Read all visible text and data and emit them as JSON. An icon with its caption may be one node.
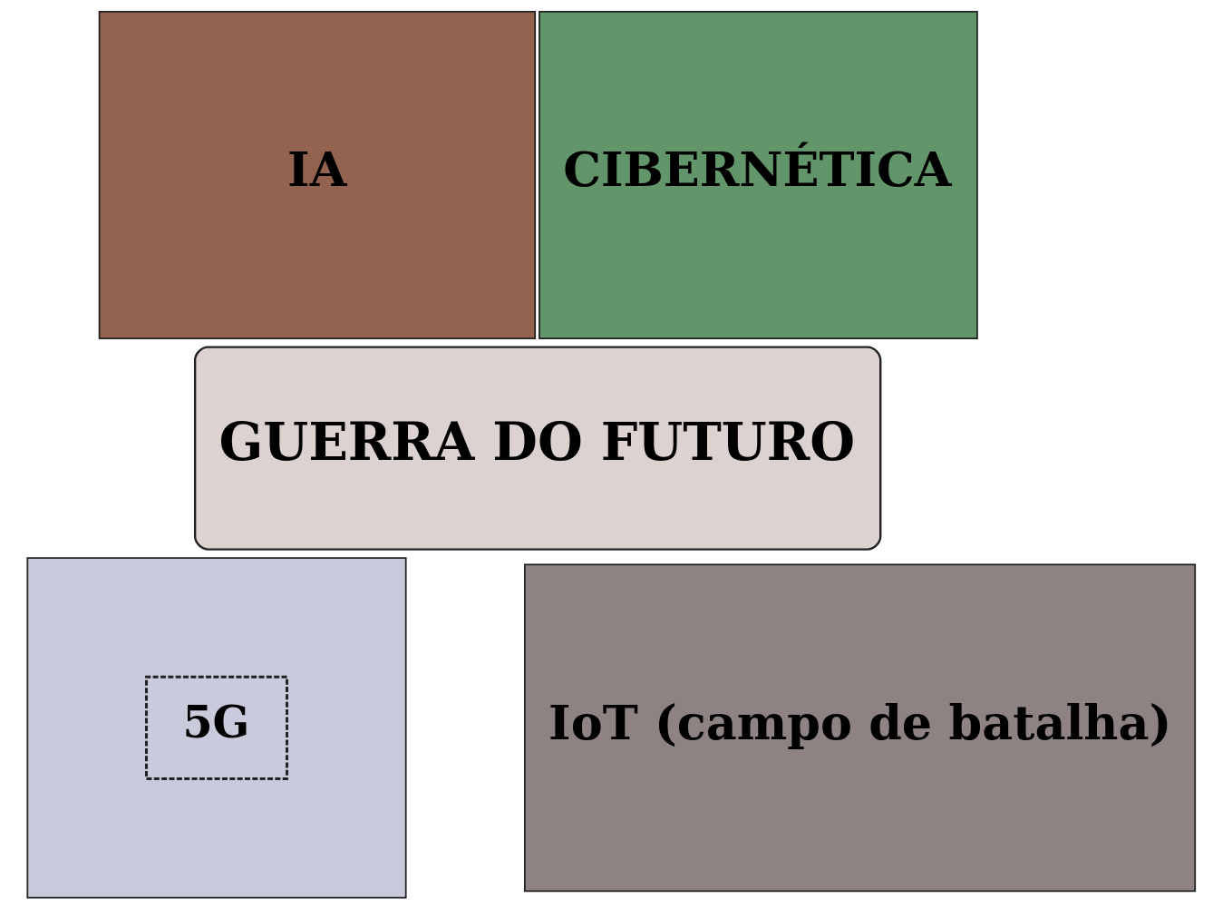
{
  "diagram": {
    "nodes": [
      {
        "text": [
          "IA"
        ]
      },
      {
        "text": [
          "CIBERNÉTICA"
        ]
      },
      {
        "text": [
          "GUERRA DO FUTURO"
        ]
      },
      {
        "text": [],
        "shape": "box"
      },
      {
        "text": [
          "5G"
        ],
        "in": 3
      },
      {
        "text": [
          "IoT (campo de batalha)"
        ]
      }
    ],
    "edges": []
  }
}
